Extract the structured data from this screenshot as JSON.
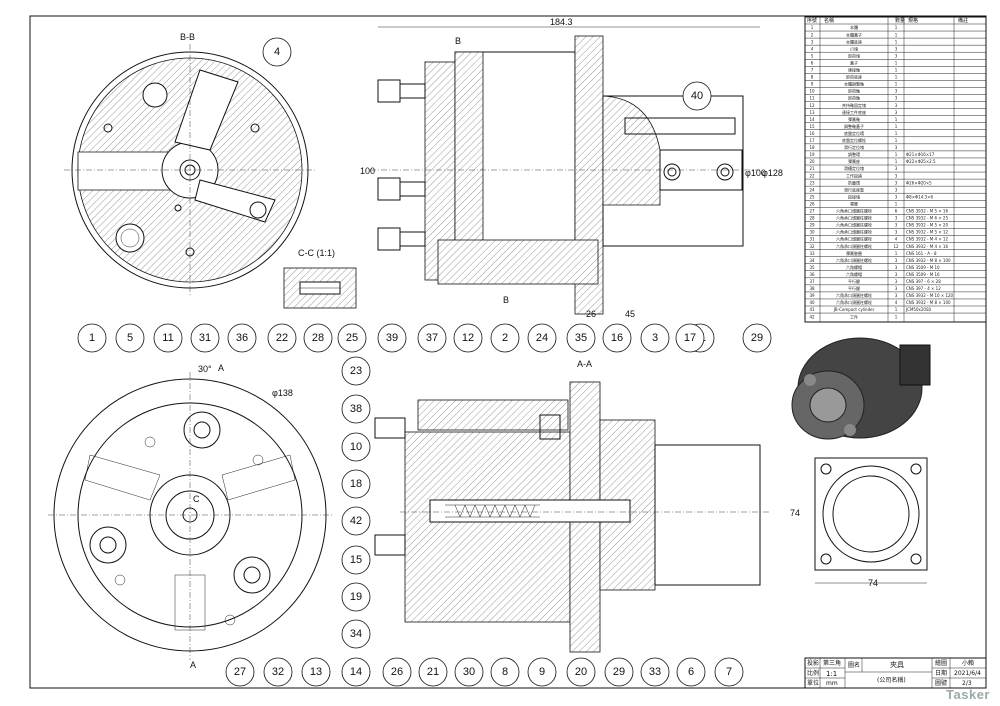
{
  "views": {
    "section_bb": "B-B",
    "section_cc": "C-C (1:1)",
    "section_aa": "A-A",
    "cut_marks": [
      "B",
      "B",
      "A",
      "A",
      "C"
    ]
  },
  "dimensions": {
    "overall_length": "184.3",
    "left_height": "100",
    "phi100": "φ100",
    "phi128": "φ128",
    "d26": "26",
    "d45": "45",
    "angle": "30°",
    "bolt_circle": "φ138",
    "front_width": "74",
    "front_height": "74"
  },
  "callouts": {
    "top_view": [
      "4",
      "1",
      "5",
      "31",
      "22",
      "28",
      "25",
      "39",
      "2",
      "3",
      "41",
      "29",
      "40"
    ],
    "bottom_view": [
      "11",
      "36",
      "27",
      "32",
      "13",
      "37",
      "12",
      "24",
      "35",
      "16",
      "17",
      "23",
      "38",
      "10",
      "18",
      "42",
      "15",
      "19",
      "34",
      "14",
      "26",
      "21",
      "30",
      "8",
      "9",
      "20",
      "29",
      "33",
      "6",
      "7"
    ]
  },
  "bom": {
    "headers": [
      "序號",
      "名稱",
      "數量",
      "規格",
      "備註"
    ],
    "rows": [
      [
        "1",
        "本體",
        "1",
        ""
      ],
      [
        "2",
        "本體蓋子",
        "1",
        ""
      ],
      [
        "3",
        "本體底座",
        "1",
        ""
      ],
      [
        "4",
        "爪塊",
        "3",
        ""
      ],
      [
        "5",
        "卸荷塊",
        "3",
        ""
      ],
      [
        "6",
        "蓋子",
        "1",
        ""
      ],
      [
        "7",
        "連接軸",
        "1",
        ""
      ],
      [
        "8",
        "卸荷底座",
        "1",
        ""
      ],
      [
        "9",
        "本體調整軸",
        "1",
        ""
      ],
      [
        "10",
        "卸荷軸",
        "3",
        ""
      ],
      [
        "11",
        "卸荷軸",
        "3",
        ""
      ],
      [
        "12",
        "夾持軸固定塊",
        "3",
        ""
      ],
      [
        "13",
        "連接工件底座",
        "3",
        ""
      ],
      [
        "14",
        "彈簧軸",
        "1",
        ""
      ],
      [
        "15",
        "調整軸蓋子",
        "1",
        ""
      ],
      [
        "16",
        "底盤定位環",
        "1",
        ""
      ],
      [
        "17",
        "底盤定位螺栓",
        "1",
        ""
      ],
      [
        "18",
        "滑行定位塊",
        "3",
        ""
      ],
      [
        "19",
        "調整環",
        "1",
        "Φ21×Φ16×17"
      ],
      [
        "20",
        "彈簧座",
        "1",
        "Φ22×Φ25×2.5"
      ],
      [
        "21",
        "滑槽定位塊",
        "3",
        ""
      ],
      [
        "22",
        "工作鉸銷",
        "3",
        ""
      ],
      [
        "23",
        "防塵環",
        "3",
        "Φ26×Φ20×5"
      ],
      [
        "24",
        "滑行底座墊",
        "3",
        ""
      ],
      [
        "25",
        "鉸接塊",
        "3",
        "Φ8×Φ14.3×6"
      ],
      [
        "26",
        "彈簧",
        "1",
        ""
      ],
      [
        "27",
        "六角承口頭圓柱螺栓",
        "6",
        "CNS 3932 - M 5 × 16"
      ],
      [
        "28",
        "六角承口頭圓柱螺栓",
        "3",
        "CNS 3932 - M 6 × 25"
      ],
      [
        "29",
        "六角承口頭圓柱螺栓",
        "3",
        "CNS 3932 - M 5 × 20"
      ],
      [
        "30",
        "六角承口頭圓柱螺栓",
        "3",
        "CNS 3932 - M 5 × 12"
      ],
      [
        "31",
        "六角承口頭圓柱螺栓",
        "4",
        "CNS 3932 - M 4 × 12"
      ],
      [
        "32",
        "六角承口頭圓柱螺栓",
        "12",
        "CNS 3932 - M 4 × 16"
      ],
      [
        "33",
        "彈簧墊圈",
        "1",
        "CNS 161 - A - 8"
      ],
      [
        "34",
        "六角承口頭圓柱螺栓",
        "3",
        "CNS 3932 - M 8 × 100"
      ],
      [
        "35",
        "六角螺帽",
        "3",
        "CNS 3509 - M 10"
      ],
      [
        "36",
        "六角螺帽",
        "3",
        "CNS 3509 - M 16"
      ],
      [
        "37",
        "平行鍵",
        "3",
        "CNS 397 - 6 × 28"
      ],
      [
        "38",
        "平行鍵",
        "3",
        "CNS 397 - 4 × 12"
      ],
      [
        "39",
        "六角承口頭圓柱螺栓",
        "3",
        "CNS 3932 - M 10 × 120"
      ],
      [
        "40",
        "六角承口頭圓柱螺栓",
        "4",
        "CNS 3932 - M 8 × 100"
      ],
      [
        "41",
        "JB-Compact cylinder",
        "1",
        "JCM50x20S0"
      ],
      [
        "42",
        "工件",
        "1",
        ""
      ]
    ]
  },
  "title_block": {
    "projection_label": "投影",
    "projection_value": "第三角",
    "scale_label": "比例",
    "scale_value": "1:1",
    "unit_label": "單位",
    "unit_value": "mm",
    "name_label": "圖名",
    "name_value": "夾具",
    "company": "(公司名稱)",
    "drawer_label": "繪圖",
    "drawer_value": "小賴",
    "date_label": "日期",
    "date_value": "2021/6/4",
    "dwg_label": "圖號",
    "dwg_value": "2/3"
  },
  "watermark": "Tasker"
}
